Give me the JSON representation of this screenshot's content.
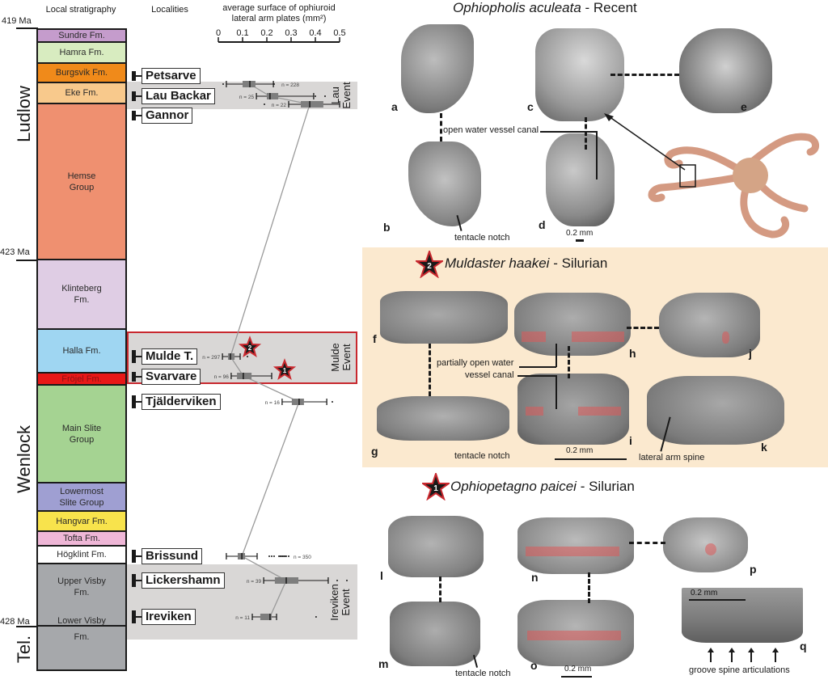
{
  "headers": {
    "stratigraphy": "Local stratigraphy",
    "localities": "Localities",
    "axis_title_line1": "average surface of ophiuroid",
    "axis_title_line2": "lateral arm plates (mm²)"
  },
  "ages": [
    {
      "label": "419 Ma"
    },
    {
      "label": "423 Ma"
    },
    {
      "label": "428 Ma"
    }
  ],
  "epochs": [
    {
      "label": "Ludlow"
    },
    {
      "label": "Wenlock"
    },
    {
      "label": "Tel."
    }
  ],
  "formations": [
    {
      "label": "Sundre Fm.",
      "color": "#c59ccc"
    },
    {
      "label": "Hamra Fm.",
      "color": "#d8ecc0"
    },
    {
      "label": "Burgsvik Fm.",
      "color": "#f08a1a"
    },
    {
      "label": "Eke Fm.",
      "color": "#f8c98c"
    },
    {
      "label": "Hemse Group",
      "color": "#ef9070"
    },
    {
      "label": "Klinteberg Fm.",
      "color": "#dfcde4"
    },
    {
      "label": "Halla Fm.",
      "color": "#9fd6f2"
    },
    {
      "label": "Fröjel Fm.",
      "color": "#e81818"
    },
    {
      "label": "Main Slite Group",
      "color": "#a5d392"
    },
    {
      "label": "Lowermost Slite Group",
      "color": "#9f9fd2"
    },
    {
      "label": "Hangvar Fm.",
      "color": "#f8e34c"
    },
    {
      "label": "Tofta Fm.",
      "color": "#efb7d7"
    },
    {
      "label": "Högklint Fm.",
      "color": "#ffffff"
    },
    {
      "label": "Upper Visby Fm.",
      "color": "#a6a8ab"
    },
    {
      "label": "Lower Visby Fm.",
      "color": "#a6a8ab"
    }
  ],
  "events": [
    {
      "label": "Lau Event",
      "line1": "Lau",
      "line2": "Event"
    },
    {
      "label": "Mulde Event",
      "line1": "Mulde",
      "line2": "Event",
      "border_color": "#c8282e"
    },
    {
      "label": "Ireviken Event",
      "line1": "Ireviken",
      "line2": "Event"
    }
  ],
  "localities": [
    {
      "label": "Petsarve"
    },
    {
      "label": "Lau Backar"
    },
    {
      "label": "Gannor"
    },
    {
      "label": "Mulde T."
    },
    {
      "label": "Svarvare"
    },
    {
      "label": "Tjälderviken"
    },
    {
      "label": "Brissund"
    },
    {
      "label": "Lickershamn"
    },
    {
      "label": "Ireviken"
    }
  ],
  "chart_data": {
    "type": "boxplot",
    "title": "average surface of ophiuroid lateral arm plates (mm²)",
    "xlabel": "average surface of ophiuroid lateral arm plates (mm²)",
    "xlim": [
      0,
      0.5
    ],
    "xticks": [
      "0",
      "0.1",
      "0.2",
      "0.3",
      "0.4",
      "0.5"
    ],
    "orientation": "horizontal",
    "median_trend_line": true,
    "series": [
      {
        "locality": "Petsarve",
        "n": "n = 228",
        "min": 0.033,
        "q1": 0.1,
        "median": 0.13,
        "q3": 0.153,
        "max": 0.227,
        "outliers": [
          0.02,
          0.23
        ]
      },
      {
        "locality": "Lau Backar",
        "n": "n = 25",
        "min": 0.157,
        "q1": 0.2,
        "median": 0.213,
        "q3": 0.247,
        "max": 0.393,
        "outliers": [
          0.4,
          0.44
        ]
      },
      {
        "locality": "Gannor",
        "n": "n = 22",
        "min": 0.29,
        "q1": 0.34,
        "median": 0.377,
        "q3": 0.433,
        "max": 0.5,
        "outliers": [
          0.19
        ]
      },
      {
        "locality": "Mulde T.",
        "n": "n = 297",
        "min": 0.017,
        "q1": 0.04,
        "median": 0.05,
        "q3": 0.067,
        "max": 0.09,
        "outliers": [
          0.12
        ]
      },
      {
        "locality": "Svarvare",
        "n": "n = 96",
        "min": 0.053,
        "q1": 0.077,
        "median": 0.103,
        "q3": 0.137,
        "max": 0.22,
        "outliers": []
      },
      {
        "locality": "Tjälderviken",
        "n": "n = 16",
        "min": 0.263,
        "q1": 0.303,
        "median": 0.333,
        "q3": 0.353,
        "max": 0.447,
        "outliers": [
          0.47
        ]
      },
      {
        "locality": "Brissund",
        "n": "n = 350",
        "min": 0.033,
        "q1": 0.08,
        "median": 0.097,
        "q3": 0.11,
        "max": 0.16,
        "outliers": [
          0.21,
          0.22,
          0.23,
          0.25,
          0.255,
          0.26,
          0.265,
          0.27,
          0.275,
          0.28,
          0.29
        ]
      },
      {
        "locality": "Lickershamn",
        "n": "n = 39",
        "min": 0.187,
        "q1": 0.233,
        "median": 0.28,
        "q3": 0.33,
        "max": 0.453,
        "outliers": [
          0.49,
          0.53
        ]
      },
      {
        "locality": "Ireviken",
        "n": "n = 11",
        "min": 0.14,
        "q1": 0.173,
        "median": 0.213,
        "q3": 0.22,
        "max": 0.24,
        "outliers": [
          0.403
        ]
      }
    ],
    "markers": [
      {
        "label": "2",
        "near": "Mulde T."
      },
      {
        "label": "1",
        "near": "Svarvare"
      }
    ]
  },
  "panels": {
    "recent": {
      "species": "Ophiopholis aculeata",
      "suffix": " - Recent",
      "letters": [
        "a",
        "b",
        "c",
        "d",
        "e"
      ],
      "annotations": {
        "canal": "open water vessel canal",
        "notch": "tentacle notch",
        "scale": "0.2 mm"
      }
    },
    "muldaster": {
      "star": "2",
      "species": "Muldaster haakei",
      "suffix": " - Silurian",
      "letters": [
        "f",
        "g",
        "h",
        "i",
        "j",
        "k"
      ],
      "annotations": {
        "canal_line1": "partially open water",
        "canal_line2": "vessel canal",
        "notch": "tentacle notch",
        "scale": "0.2 mm",
        "spine": "lateral arm spine"
      },
      "background": "#fbe9cf"
    },
    "ophiopetagno": {
      "star": "1",
      "species": "Ophiopetagno paicei",
      "suffix": " - Silurian",
      "letters": [
        "l",
        "m",
        "n",
        "o",
        "p",
        "q"
      ],
      "annotations": {
        "notch": "tentacle notch",
        "scale": "0.2 mm",
        "q_scale": "0.2 mm",
        "groove": "groove spine articulations"
      }
    }
  }
}
